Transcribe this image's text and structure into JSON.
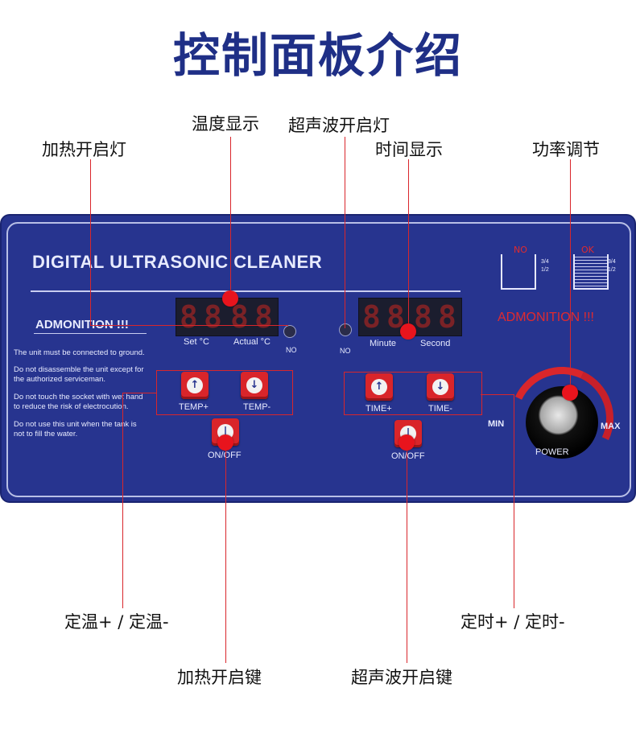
{
  "title": "控制面板介绍",
  "annotations": {
    "temp_display": "温度显示",
    "ultrasonic_lamp": "超声波开启灯",
    "heating_lamp": "加热开启灯",
    "time_display": "时间显示",
    "power_adjust": "功率调节",
    "temp_plus_minus": "定温+ / 定温-",
    "timer_plus_minus": "定时+ / 定时-",
    "heating_key": "加热开启键",
    "ultrasonic_key": "超声波开启键"
  },
  "panel": {
    "brand": "DIGITAL ULTRASONIC CLEANER",
    "admonition_left": "ADMONITION !!!",
    "notes": [
      "The unit must be connected to ground.",
      "Do not disassemble the unit except for\nthe authorized serviceman.",
      "Do not touch the socket with wet hand\nto reduce the risk of electrocution.",
      "Do not use this unit when the tank is\nnot to fill the water."
    ],
    "temp_display": {
      "digits": [
        "8",
        "8",
        "8",
        "8"
      ],
      "set_label": "Set  °C",
      "actual_label": "Actual °C"
    },
    "time_display": {
      "digits": [
        "8",
        "8",
        "8",
        "8"
      ],
      "minute_label": "Minute",
      "second_label": "Second"
    },
    "no_left": "NO",
    "no_right": "NO",
    "temp_plus": "TEMP+",
    "temp_minus": "TEMP-",
    "time_plus": "TIME+",
    "time_minus": "TIME-",
    "onoff_left": "ON/OFF",
    "onoff_right": "ON/OFF",
    "min_label": "MIN",
    "max_label": "MAX",
    "power_label": "POWER",
    "admonition_right": "ADMONITION !!!",
    "tank_no": "NO",
    "tank_ok": "OK",
    "tank_marks": [
      "3/4",
      "1/2"
    ]
  },
  "colors": {
    "title": "#1f2f86",
    "panel": "#27348f",
    "accent": "#d9262b"
  }
}
